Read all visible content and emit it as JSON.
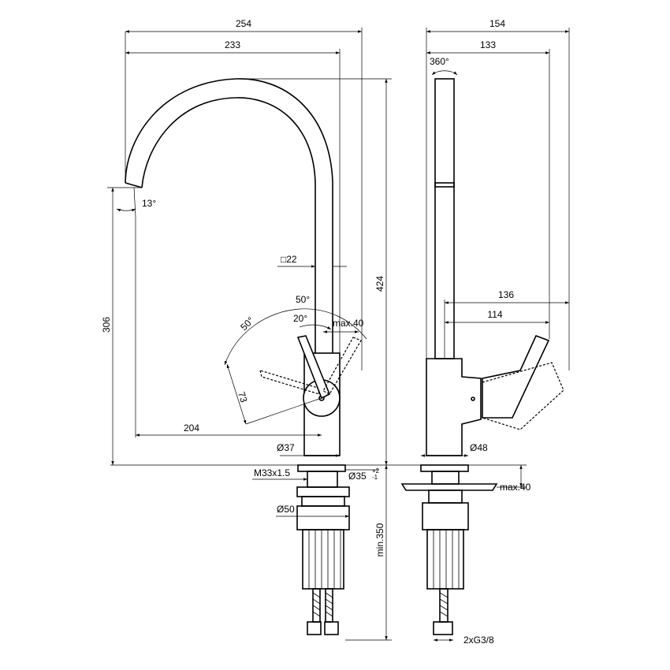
{
  "front_view": {
    "dims": {
      "total_width": "254",
      "spout_reach": "233",
      "total_height": "424",
      "spout_height": "306",
      "spout_angle": "13°",
      "square_section": "□22",
      "lever_angle_50_top": "50°",
      "lever_angle_20": "20°",
      "lever_angle_50_left": "50°",
      "lever_max_40": "max.40",
      "lever_length": "73",
      "lever_reach": "204",
      "base_diameter": "Ø37",
      "thread": "M33x1.5",
      "hole_diameter": "Ø35",
      "hole_tol_plus": "+2",
      "hole_tol_minus": "-1",
      "nut_diameter": "Ø50",
      "min_depth": "min.350"
    }
  },
  "side_view": {
    "dims": {
      "total_depth": "154",
      "spout_depth": "133",
      "rotation": "360°",
      "lever_136": "136",
      "lever_114": "114",
      "base_diameter": "Ø48",
      "counter_max": "max.40",
      "connections": "2xG3/8"
    }
  }
}
